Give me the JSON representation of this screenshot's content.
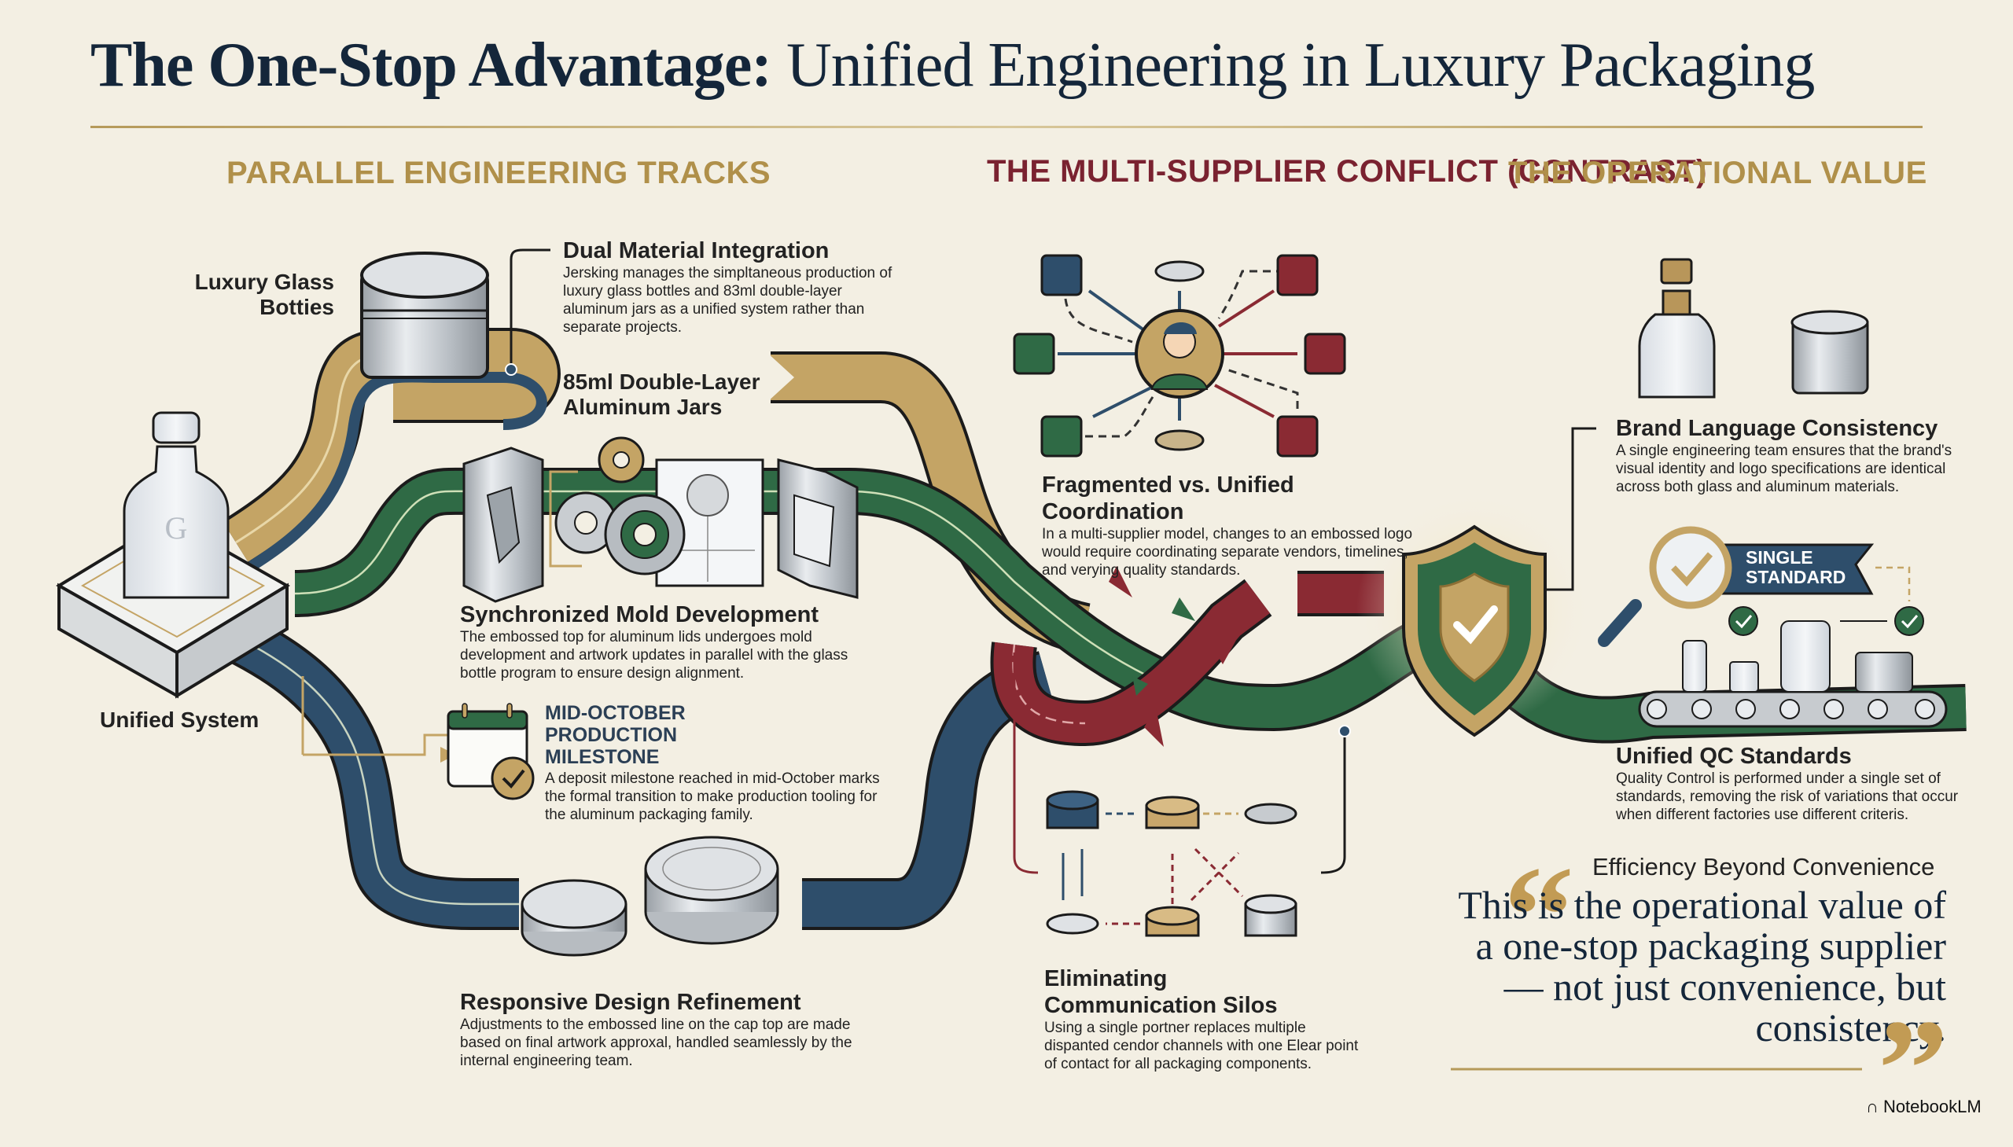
{
  "header": {
    "title_bold": "The One-Stop Advantage:",
    "title_light": "Unified Engineering in Luxury Packaging"
  },
  "left": {
    "section_title": "PARALLEL ENGINEERING TRACKS",
    "label_glass": "Luxury Glass Botties",
    "label_unified": "Unified System",
    "dual": {
      "heading": "Dual Material Integration",
      "body": "Jersking manages the simpltaneous production of luxury glass bottles and 83ml double-layer aluminum jars as a unified system rather than separate projects."
    },
    "label_jars": "85ml Double-Layer Aluminum Jars",
    "mold": {
      "heading": "Synchronized Mold Development",
      "body": "The embossed top for aluminum lids undergoes mold development and artwork updates in parallel with the glass bottle program to ensure design alignment."
    },
    "milestone": {
      "heading": "MID-OCTOBER PRODUCTION MILESTONE",
      "body": "A deposit milestone reached in mid-October marks the formal transition to make production tooling for the aluminum packaging family."
    },
    "refine": {
      "heading": "Responsive Design Refinement",
      "body": "Adjustments to the embossed line on the cap top are made based on final artwork approxal, handled seamlessly by the internal engineering team."
    }
  },
  "middle": {
    "section_title": "THE MULTI-SUPPLIER CONFLICT (CONTRAST)",
    "fragmented": {
      "heading": "Fragmented vs. Unified Coordination",
      "body": "In a multi-supplier model, changes to an embossed logo would require coordinating separate vendors, timelines, and verying quality standards."
    },
    "silos": {
      "heading": "Eliminating Communication Silos",
      "body": "Using a single portner replaces multiple dispanted cendor channels with one Elear point of contact for all packaging components."
    }
  },
  "right": {
    "section_title": "THE OPERATIONAL VALUE",
    "brand": {
      "heading": "Brand Language Consistency",
      "body": "A single engineering team ensures that the brand's visual identity and logo specifications are identical across both glass and aluminum materials."
    },
    "banner": "SINGLE STANDARD",
    "qc": {
      "heading": "Unified QC Standards",
      "body": "Quality Control is performed under a single set of standards, removing the risk of variations that occur when different factories use different criteris."
    },
    "quote_subtitle": "Efficiency Beyond Convenience",
    "quote": "This is the operational value of a one-stop packaging supplier — not just convenience, but consistency.",
    "open_quote": "“",
    "close_quote": "”"
  },
  "footer": {
    "brand": "NotebookLM"
  },
  "colors": {
    "gold": "#c4a465",
    "green": "#2f6a45",
    "blue": "#2e4e6b",
    "maroon": "#8a2a33",
    "navy": "#14263a",
    "background": "#f3efe3"
  }
}
